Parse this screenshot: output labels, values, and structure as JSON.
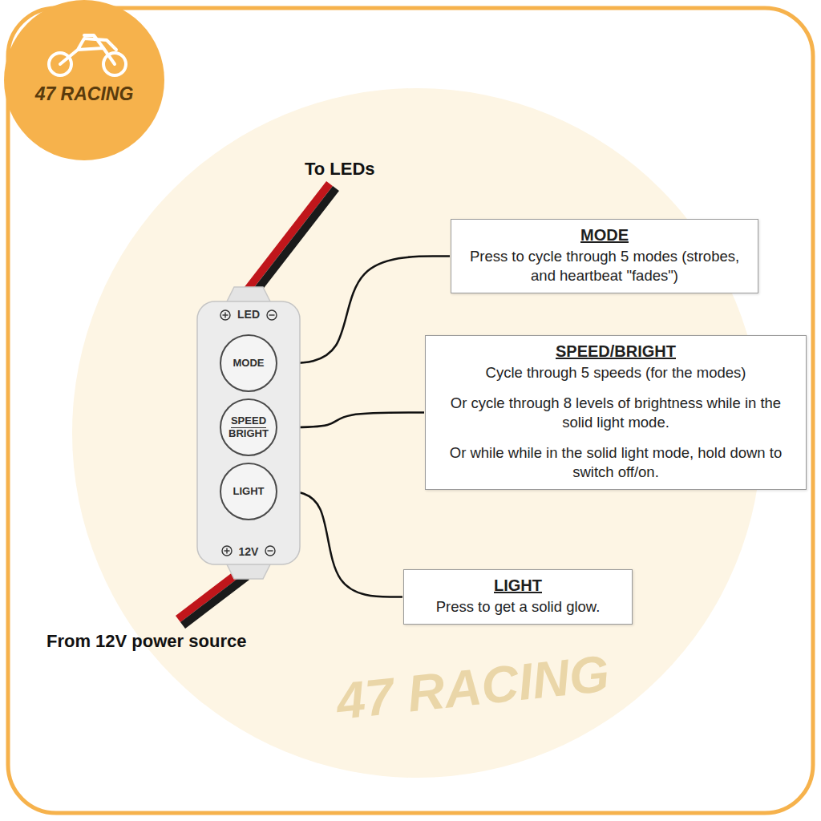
{
  "diagram": {
    "nodes": [
      {
        "text": [
          "47 RACING"
        ]
      },
      {
        "text": [
          "MODE",
          "Press to cycle through 5 modes (strobes, and heartbeat \"fades\")"
        ]
      },
      {
        "text": [
          "LED",
          "12V"
        ]
      },
      {
        "text": [
          "MODE"
        ],
        "in": 2
      },
      {
        "text": [
          "SPEED",
          "BRIGHT"
        ],
        "in": 2
      },
      {
        "text": [
          "LIGHT"
        ],
        "in": 2
      },
      {
        "text": [
          "SPEED/BRIGHT",
          "Cycle through 5 speeds (for the modes)",
          "Or cycle through 8 levels of brightness while in the solid light mode.",
          "Or while while in the solid light mode, hold down to switch off/on."
        ]
      },
      {
        "text": [
          "LIGHT",
          "Press to get a solid glow."
        ]
      }
    ],
    "edges": [
      {
        "from": 1,
        "to": 3,
        "arrow": "to"
      },
      {
        "from": 6,
        "to": 4,
        "arrow": "to"
      },
      {
        "from": 7,
        "to": 5,
        "arrow": "to"
      }
    ],
    "labels": [
      "To LEDs",
      "From 12V power source",
      "47 RACING"
    ]
  }
}
